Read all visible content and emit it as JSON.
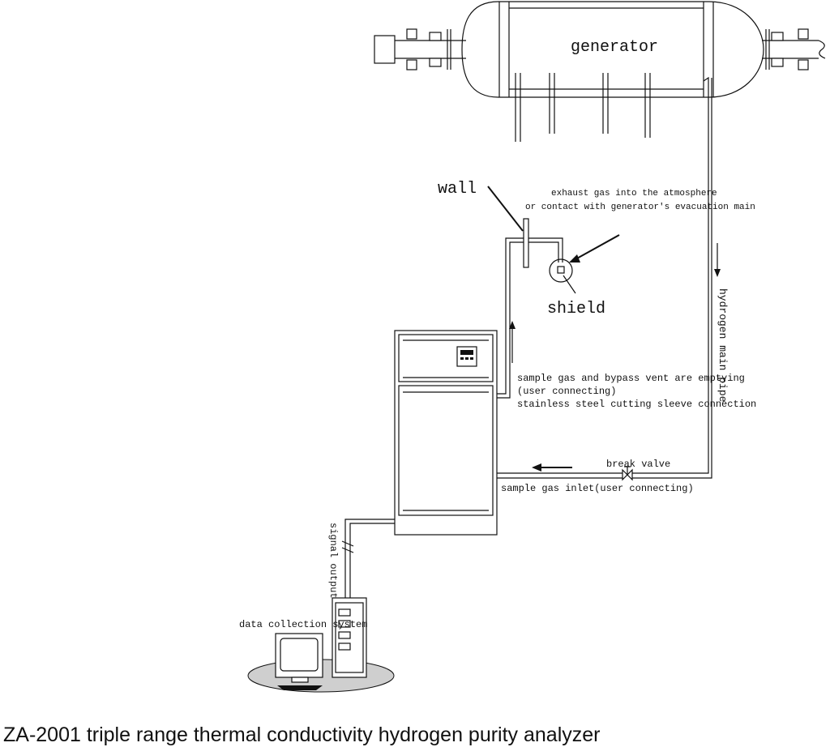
{
  "labels": {
    "generator": "generator",
    "wall": "wall",
    "exhaust_line1": "exhaust gas into the atmosphere",
    "exhaust_line2": "or contact with generator's evacuation main",
    "shield": "shield",
    "hydrogen_main_pipe": "hydrogen main pipe",
    "vent_line1": "sample gas and bypass vent are emptying",
    "vent_line2": "(user connecting)",
    "vent_line3": "stainless steel cutting sleeve connection",
    "break_valve": "break valve",
    "sample_inlet": "sample gas inlet(user connecting)",
    "signal_output": "signal output",
    "data_collection": "data collection system"
  },
  "caption": "ZA-2001 triple range thermal conductivity hydrogen purity analyzer",
  "colors": {
    "ink": "#111111",
    "floor": "#cfcfcf",
    "paper": "#ffffff"
  }
}
